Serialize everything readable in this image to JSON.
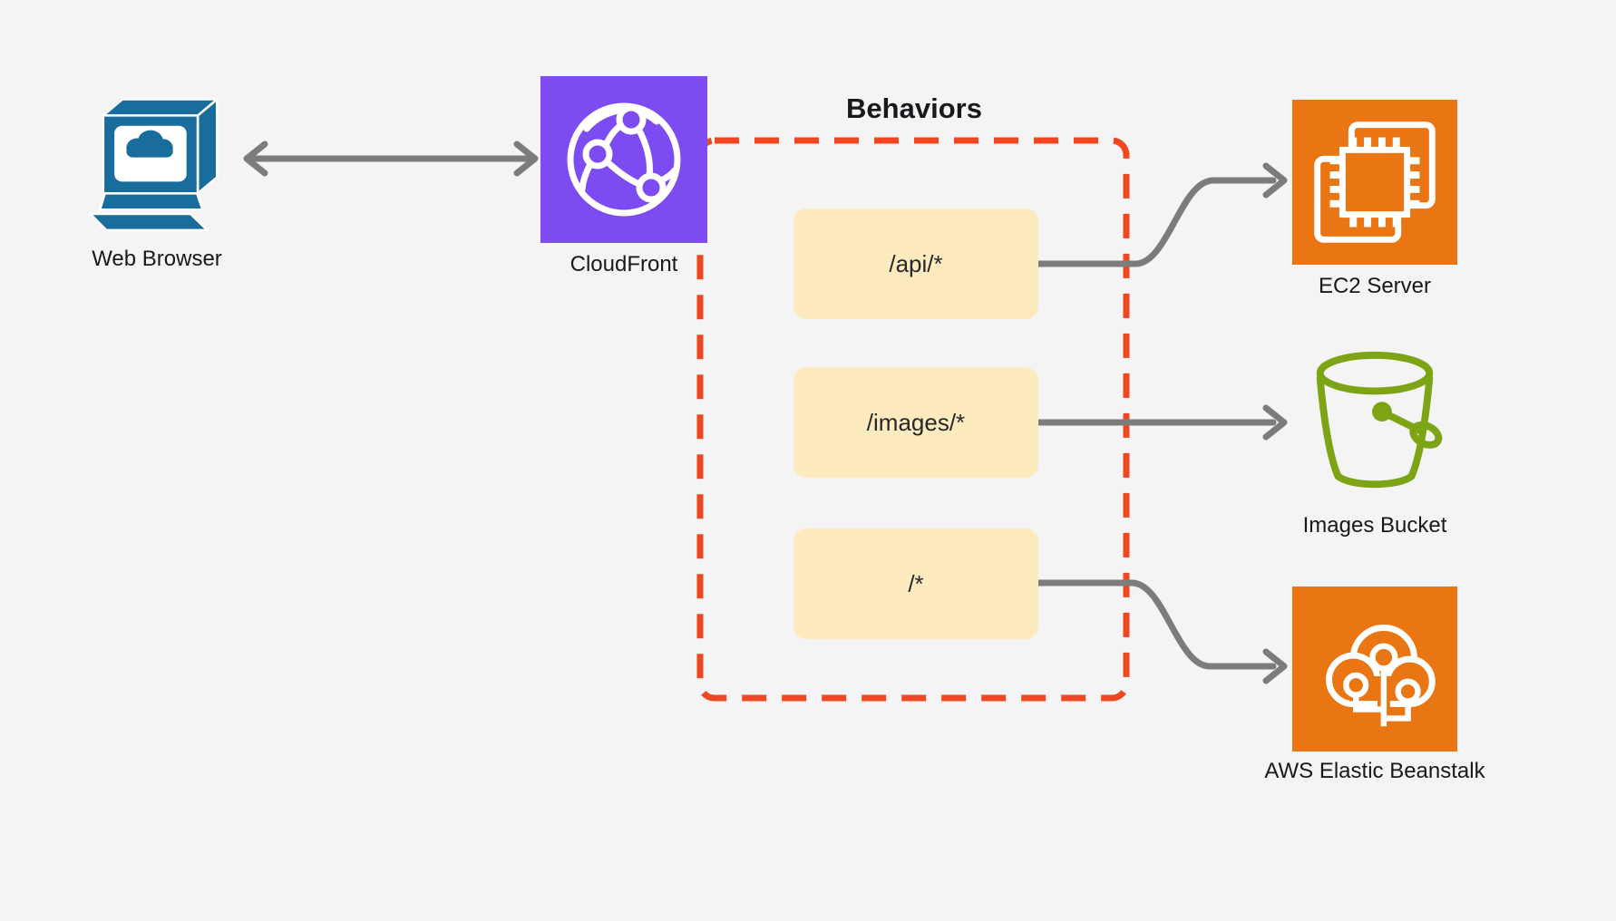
{
  "diagram": {
    "background_color": "#f4f4f5",
    "group": {
      "title": "Behaviors",
      "border_color": "#ef4722",
      "item_fill_color": "#fdeabe",
      "items": [
        {
          "path": "/api/*"
        },
        {
          "path": "/images/*"
        },
        {
          "path": "/*"
        }
      ]
    },
    "nodes": {
      "web_browser": {
        "label": "Web Browser",
        "icon": "monitor-cloud-icon",
        "color": "#196d9c"
      },
      "cloudfront": {
        "label": "CloudFront",
        "icon": "cloudfront-globe-icon",
        "color": "#7d4bf2"
      },
      "ec2_server": {
        "label": "EC2 Server",
        "icon": "ec2-chip-icon",
        "color": "#e97513"
      },
      "images_bucket": {
        "label": "Images Bucket",
        "icon": "s3-bucket-icon",
        "color": "#7ca414"
      },
      "elastic_beanstalk": {
        "label": "AWS Elastic Beanstalk",
        "icon": "beanstalk-cloud-icon",
        "color": "#e97513"
      }
    },
    "connectors": {
      "color": "#7c7c7c",
      "links": [
        {
          "from": "web_browser",
          "to": "cloudfront",
          "type": "bidirectional"
        },
        {
          "from": "/api/*",
          "to": "ec2_server",
          "type": "arrow"
        },
        {
          "from": "/images/*",
          "to": "images_bucket",
          "type": "arrow"
        },
        {
          "from": "/*",
          "to": "elastic_beanstalk",
          "type": "arrow"
        }
      ]
    }
  }
}
